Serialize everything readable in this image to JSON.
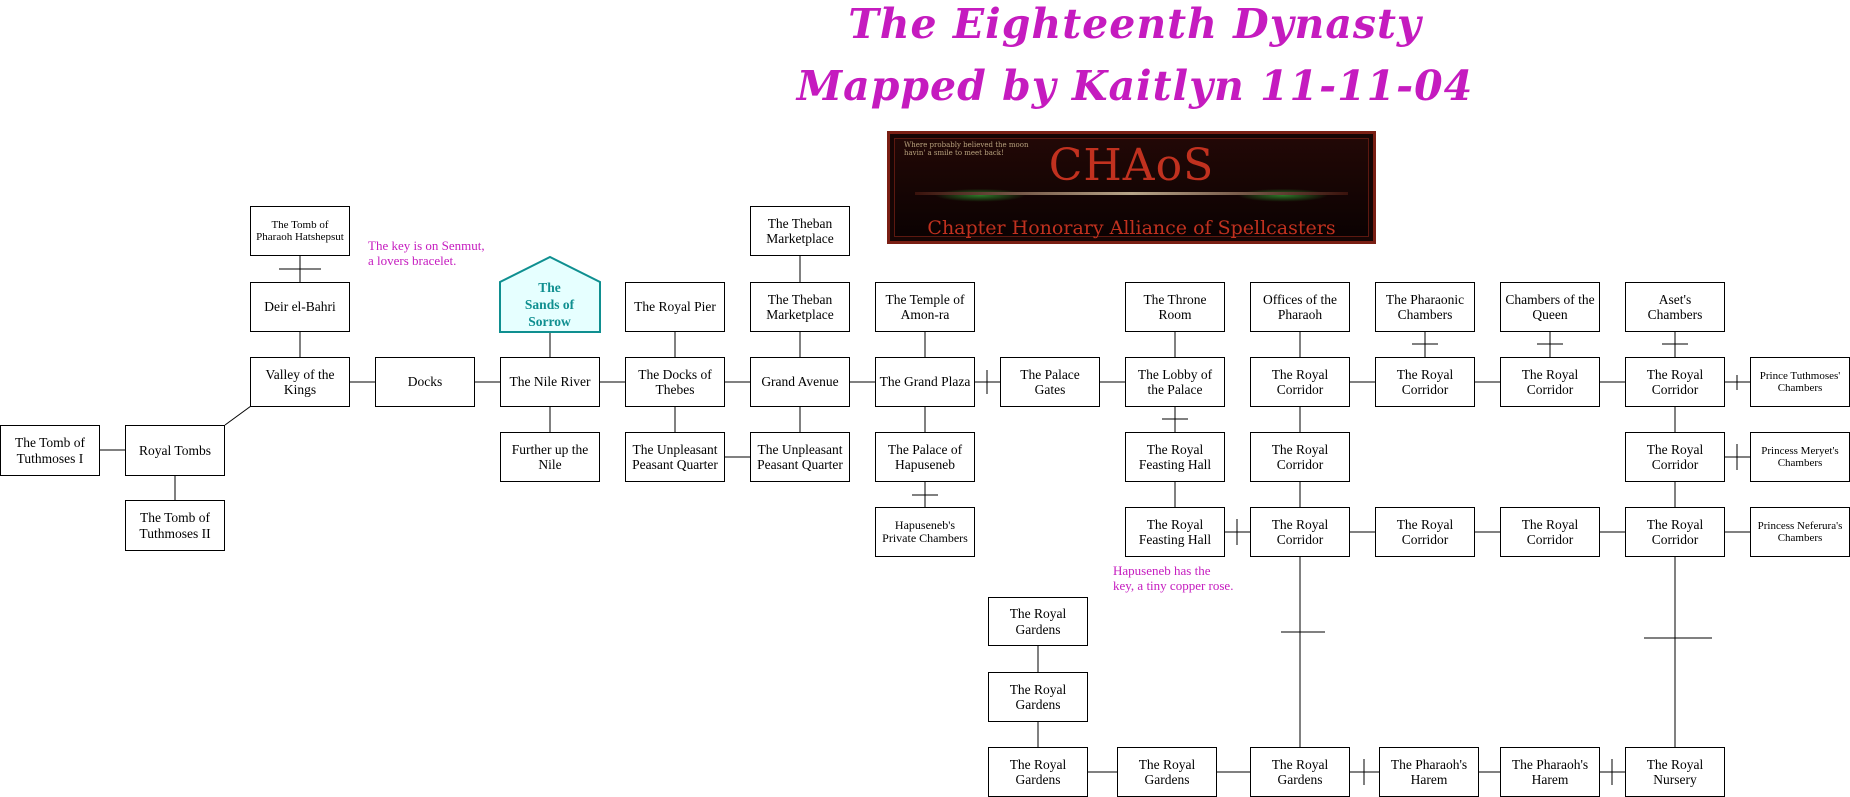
{
  "titles": {
    "line1": "The Eighteenth Dynasty",
    "line2": "Mapped by Kaitlyn 11-11-04"
  },
  "banner": {
    "tagline": "Where probably believed the moon\nhavin' a smile to meet back!",
    "logo": "CHAoS",
    "subtitle": "Chapter Honorary Alliance of Spellcasters"
  },
  "notes": {
    "senmut": "The key is on Senmut,\na lovers bracelet.",
    "hapuseneb": "Hapuseneb has the\nkey, a tiny copper rose."
  },
  "special_room": {
    "label": "The\nSands of\nSorrow",
    "fill": "#e6ffff",
    "stroke": "#0f8f90"
  },
  "rooms": {
    "tomb_tuthmoses_1": "The Tomb of\nTuthmoses I",
    "royal_tombs": "Royal Tombs",
    "tomb_tuthmoses_2": "The Tomb of\nTuthmoses II",
    "tomb_hatshepsut": "The Tomb of\nPharaoh Hatshepsut",
    "deir_el_bahri": "Deir el-Bahri",
    "valley_of_kings": "Valley of the\nKings",
    "docks": "Docks",
    "nile_river": "The Nile River",
    "further_up_nile": "Further up the\nNile",
    "royal_pier": "The Royal Pier",
    "docks_of_thebes": "The Docks of\nThebes",
    "unpleasant_pq_1": "The Unpleasant\nPeasant Quarter",
    "theban_market_top": "The Theban\nMarketplace",
    "theban_market_mid": "The Theban\nMarketplace",
    "grand_avenue": "Grand Avenue",
    "unpleasant_pq_2": "The Unpleasant\nPeasant Quarter",
    "temple_amon_ra": "The Temple of\nAmon-ra",
    "grand_plaza": "The Grand Plaza",
    "palace_hapuseneb": "The Palace of\nHapuseneb",
    "hapuseneb_private": "Hapuseneb's\nPrivate Chambers",
    "palace_gates": "The Palace\nGates",
    "throne_room": "The Throne\nRoom",
    "lobby_palace": "The Lobby of\nthe Palace",
    "feasting_hall_1": "The Royal\nFeasting Hall",
    "feasting_hall_2": "The Royal\nFeasting Hall",
    "offices_pharaoh": "Offices of the\nPharaoh",
    "corridor_a1": "The Royal\nCorridor",
    "corridor_a2": "The Royal\nCorridor",
    "corridor_a3": "The Royal\nCorridor",
    "pharaonic_chambers": "The Pharaonic\nChambers",
    "corridor_b1": "The Royal\nCorridor",
    "corridor_b3": "The Royal\nCorridor",
    "chambers_queen": "Chambers of the\nQueen",
    "corridor_c1": "The Royal\nCorridor",
    "corridor_c3": "The Royal\nCorridor",
    "aset_chambers": "Aset's\nChambers",
    "corridor_d1": "The Royal\nCorridor",
    "corridor_d2": "The Royal\nCorridor",
    "corridor_d3": "The Royal\nCorridor",
    "prince_tuthmoses": "Prince Tuthmoses'\nChambers",
    "princess_meryet": "Princess Meryet's\nChambers",
    "princess_neferura": "Princess Neferura's\nChambers",
    "gardens_1": "The Royal\nGardens",
    "gardens_2": "The Royal\nGardens",
    "gardens_3": "The Royal\nGardens",
    "gardens_4": "The Royal\nGardens",
    "gardens_5": "The Royal\nGardens",
    "harem_1": "The Pharaoh's\nHarem",
    "harem_2": "The Pharaoh's\nHarem",
    "royal_nursery": "The Royal\nNursery"
  }
}
